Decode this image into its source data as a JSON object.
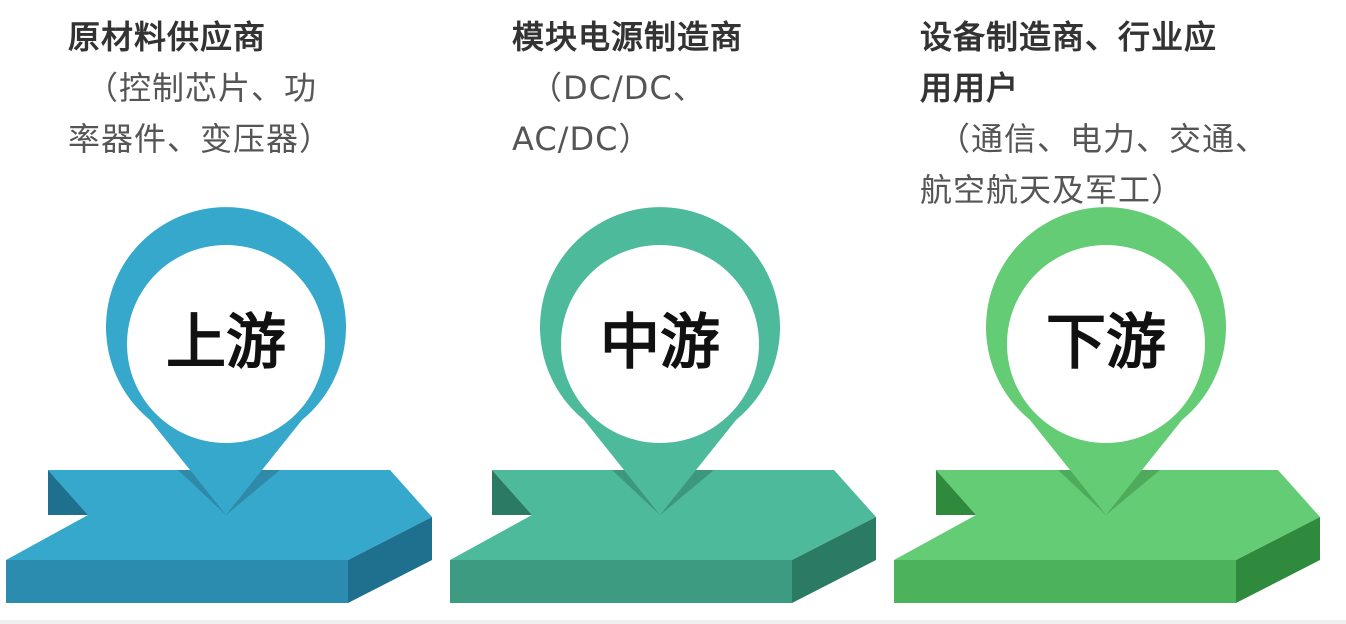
{
  "upstream": {
    "heading": "原材料供应商",
    "desc_line1": "（控制芯片、功",
    "desc_line2": "率器件、变压器）",
    "pin_label": "上游",
    "color_main": "#35a8cc",
    "color_front": "#2b8cb0",
    "color_side": "#1f6f8e",
    "color_shadow": "#2a6f8a"
  },
  "midstream": {
    "heading": "模块电源制造商",
    "desc_line1": "（DC/DC、",
    "desc_line2": "AC/DC）",
    "pin_label": "中游",
    "color_main": "#4dba9b",
    "color_front": "#3d9b81",
    "color_side": "#2b7a63",
    "color_shadow": "#2f7a66"
  },
  "downstream": {
    "heading_line1": "设备制造商、行业应",
    "heading_line2": "用用户",
    "desc_line1": "（通信、电力、交通、",
    "desc_line2": "航空航天及军工）",
    "pin_label": "下游",
    "color_main": "#64cc74",
    "color_front": "#4cb35c",
    "color_side": "#2f8a3e",
    "color_shadow": "#3b8f47"
  }
}
